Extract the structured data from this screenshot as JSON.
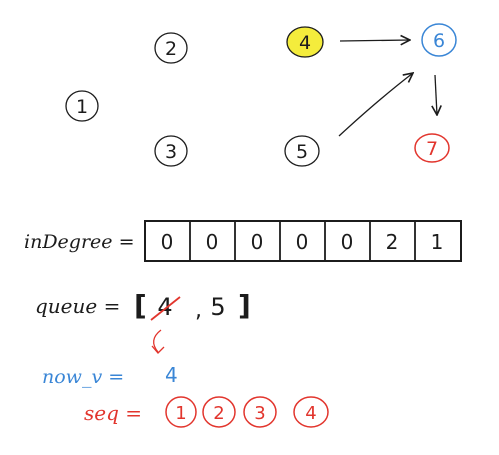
{
  "graph": {
    "nodes": [
      {
        "id": "1",
        "label": "1",
        "state": "default"
      },
      {
        "id": "2",
        "label": "2",
        "state": "default"
      },
      {
        "id": "3",
        "label": "3",
        "state": "default"
      },
      {
        "id": "4",
        "label": "4",
        "state": "current"
      },
      {
        "id": "5",
        "label": "5",
        "state": "default"
      },
      {
        "id": "6",
        "label": "6",
        "state": "active"
      },
      {
        "id": "7",
        "label": "7",
        "state": "pending"
      }
    ],
    "edges": [
      {
        "from": "4",
        "to": "6"
      },
      {
        "from": "5",
        "to": "6"
      },
      {
        "from": "6",
        "to": "7"
      }
    ]
  },
  "indegree": {
    "label": "inDegree =",
    "values": [
      "0",
      "0",
      "0",
      "0",
      "0",
      "2",
      "1"
    ]
  },
  "queue": {
    "label": "queue =",
    "open": "[",
    "items": [
      {
        "value": "4",
        "removed": true
      },
      {
        "value": "5",
        "removed": false
      }
    ],
    "separator": ",",
    "close": "]"
  },
  "now_v": {
    "label": "now_v =",
    "value": "4"
  },
  "seq": {
    "label": "seq =",
    "values": [
      "1",
      "2",
      "3",
      "4"
    ]
  },
  "colors": {
    "ink": "#1c1c1c",
    "blue": "#3a86d6",
    "red": "#e2352d",
    "highlight": "#f4ec3c"
  }
}
